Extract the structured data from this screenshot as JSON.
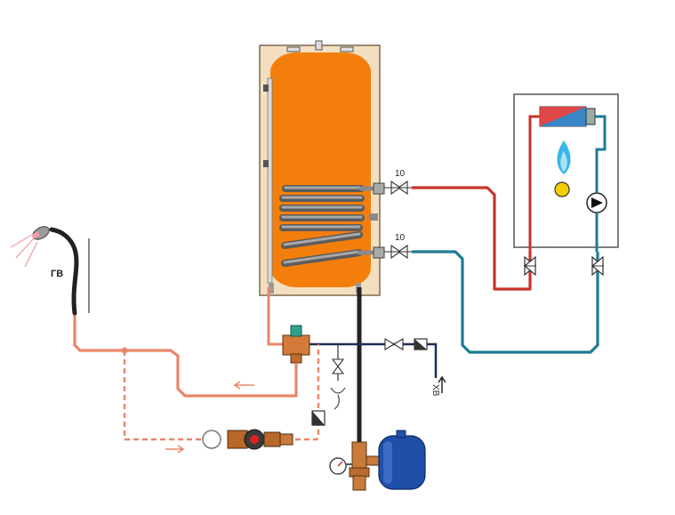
{
  "labels": {
    "shower": "ГВ",
    "cold_inlet": "ХВ",
    "upper_fitting": "10",
    "lower_fitting": "10"
  },
  "colors": {
    "tank_body": "#f47e0c",
    "tank_casing": "#f3dfbf",
    "hot_pipe": "#c8332b",
    "return_pipe": "#1e7b95",
    "dhw_pipe": "#e8876a",
    "cold_pipe": "#222222",
    "expansion_vessel": "#1f4fa8",
    "coil": "#7a7a7a"
  },
  "icons": [
    "shower-head-icon",
    "boiler-heat-exchanger-icon",
    "flame-icon",
    "circulation-pump-icon",
    "ball-valve-icon",
    "check-valve-icon",
    "mixing-valve-icon",
    "pressure-gauge-icon",
    "drain-valve-icon",
    "expansion-vessel-icon"
  ]
}
